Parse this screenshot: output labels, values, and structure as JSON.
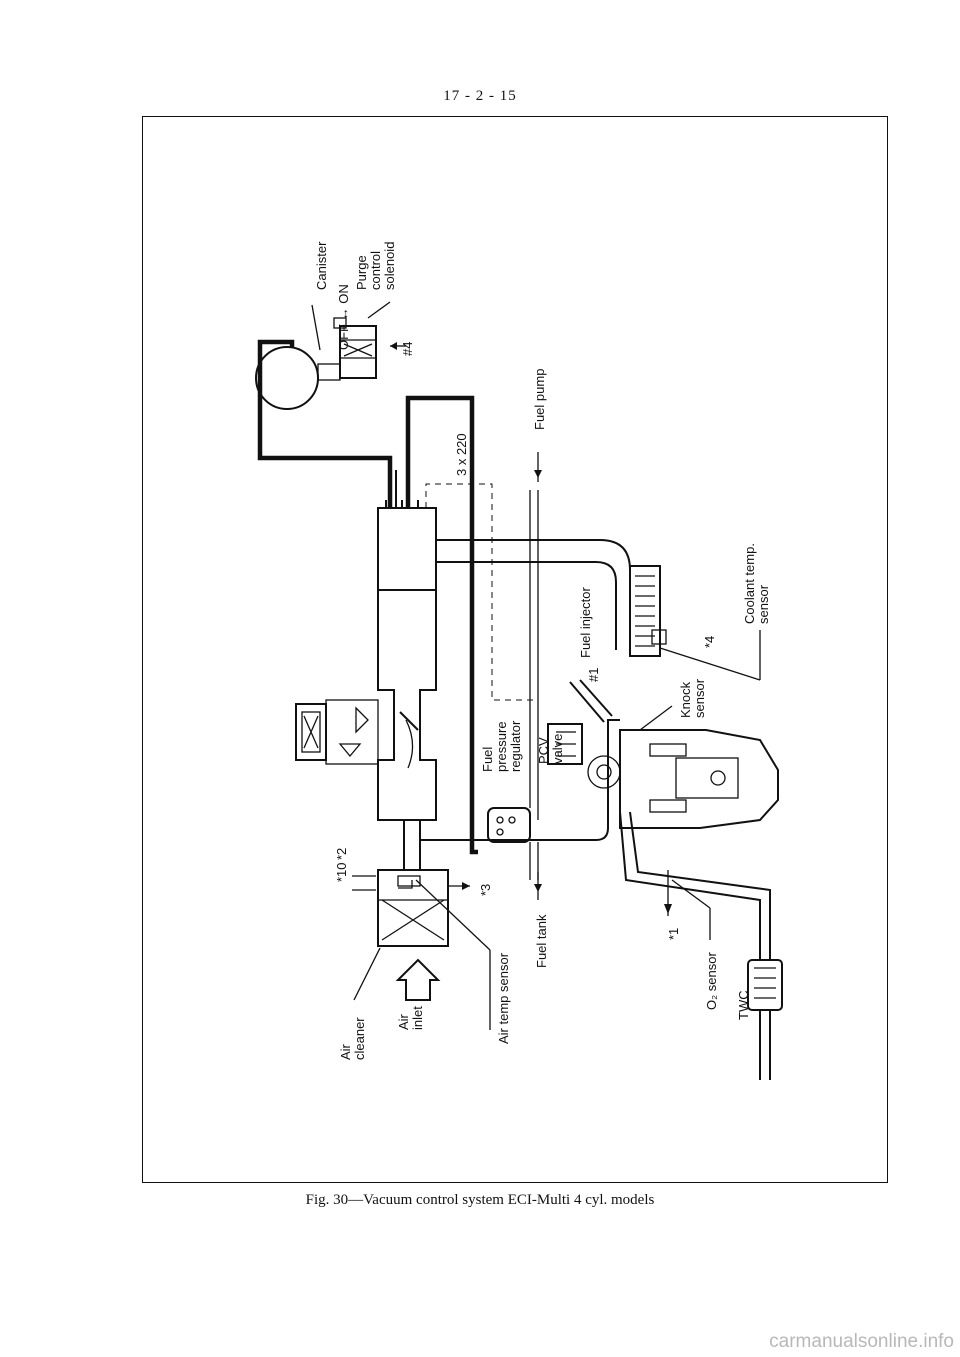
{
  "header": {
    "page_number": "17 - 2 - 15"
  },
  "figure": {
    "caption": "Fig. 30—Vacuum control system ECI-Multi 4 cyl. models",
    "labels": {
      "canister": "Canister",
      "off_on": "OFF ↔ ON",
      "purge_control": "Purge",
      "purge_control_2": "control",
      "purge_control_3": "solenoid",
      "ref_4_hash": "#4",
      "fuel_pump": "Fuel pump",
      "hose_size": "3 x 220",
      "coolant_temp": "Coolant temp.",
      "coolant_temp_2": "sensor",
      "ref_star4": "*4",
      "fuel_injector": "Fuel injector",
      "ref_hash1": "#1",
      "knock_sensor": "Knock",
      "knock_sensor_2": "sensor",
      "fuel_pressure_1": "Fuel",
      "fuel_pressure_2": "pressure",
      "fuel_pressure_3": "regulator",
      "pcv_1": "PCV",
      "pcv_2": "valve",
      "ref_10": "*10",
      "ref_2": "*2",
      "ref_3": "*3",
      "ref_1": "*1",
      "fuel_tank": "Fuel tank",
      "air_temp_sensor": "Air temp sensor",
      "o2_sensor": "O₂ sensor",
      "twc": "TWC",
      "air_cleaner_1": "Air",
      "air_cleaner_2": "cleaner",
      "air_inlet_1": "Air",
      "air_inlet_2": "inlet"
    }
  },
  "footer": {
    "watermark": "carmanualsonline.info"
  }
}
